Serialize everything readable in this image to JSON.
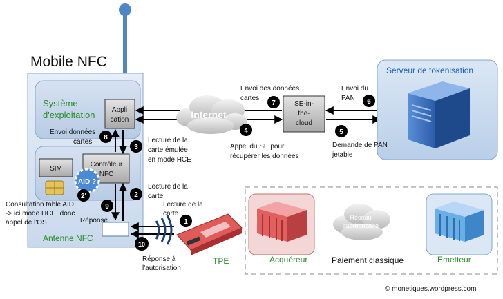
{
  "mobile": {
    "title": "Mobile NFC",
    "os_line1": "Système",
    "os_line2": "d'exploitation",
    "app_line1": "Appli",
    "app_line2": "cation",
    "sim": "SIM",
    "controller_line1": "Contrôleur",
    "controller_line2": "NFC",
    "aid": "AID ?",
    "antenna": "Antenne NFC"
  },
  "internet": "Internet",
  "se_cloud": [
    "SE-in-",
    "the-",
    "cloud"
  ],
  "token_server": "Serveur de tokenisation",
  "steps": {
    "s1": {
      "num": "1",
      "text": [
        "Lecture de la",
        "carte"
      ]
    },
    "s2": {
      "num": "2",
      "text": [
        "Lecture de la",
        "carte"
      ]
    },
    "s2p": {
      "num": "2'",
      "text": [
        "Consultation table AID",
        "-> ici mode HCE, donc",
        "appel de l'OS"
      ]
    },
    "s3": {
      "num": "3",
      "text": [
        "Lecture de la",
        "carte émulée",
        "en mode HCE"
      ]
    },
    "s4": {
      "num": "4",
      "text": [
        "Appel du SE pour",
        "récupérer les données"
      ]
    },
    "s5": {
      "num": "5",
      "text": [
        "Demande de PAN",
        "jetable"
      ]
    },
    "s6": {
      "num": "6",
      "text": [
        "Envoi du",
        "PAN"
      ]
    },
    "s7": {
      "num": "7",
      "text": [
        "Envoi des données",
        "cartes"
      ]
    },
    "s8": {
      "num": "8",
      "text": [
        "Envoi données",
        "cartes"
      ]
    },
    "s9": {
      "num": "9",
      "text": [
        "Réponse"
      ]
    },
    "s10": {
      "num": "10",
      "text": [
        "Réponse à",
        "l'autorisation"
      ]
    }
  },
  "tpe": "TPE",
  "classic": {
    "network_line1": "Réseau",
    "network_line2": "interbancaire",
    "acquirer": "Acquéreur",
    "payment": "Paiement classique",
    "issuer": "Emetteur"
  },
  "copyright": "© monetiques.wordpress.com",
  "colors": {
    "green_label": "#2a8a2a",
    "blue_label": "#1e5fb0",
    "phone_panel": "#dbe6f3",
    "acquirer_red": "#e06060",
    "issuer_blue": "#6aaee6"
  }
}
